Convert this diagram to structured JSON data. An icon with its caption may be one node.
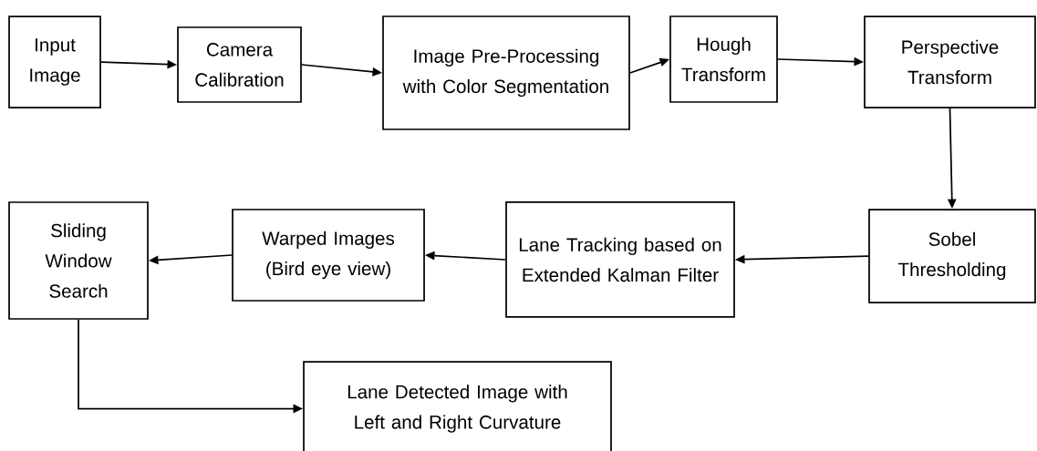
{
  "diagram": {
    "nodes": [
      {
        "text": [
          "Input Image"
        ]
      },
      {
        "text": [
          "Camera Calibration"
        ]
      },
      {
        "text": [
          "Image Pre-Processing with Color Segmentation"
        ]
      },
      {
        "text": [
          "Hough Transform"
        ]
      },
      {
        "text": [
          "Perspective Transform"
        ]
      },
      {
        "text": [
          "Sobel Thresholding"
        ]
      },
      {
        "text": [
          "Lane Tracking based on Extended Kalman Filter"
        ]
      },
      {
        "text": [
          "Warped Images (Bird eye view)"
        ]
      },
      {
        "text": [
          "Sliding Window Search"
        ]
      },
      {
        "text": [
          "Lane Detected Image with Left and Right Curvature"
        ]
      }
    ],
    "edges": [
      {
        "from": 0,
        "to": 1,
        "arrow": "to"
      },
      {
        "from": 1,
        "to": 2,
        "arrow": "to"
      },
      {
        "from": 2,
        "to": 3,
        "arrow": "to"
      },
      {
        "from": 3,
        "to": 4,
        "arrow": "to"
      },
      {
        "from": 4,
        "to": 5,
        "arrow": "to"
      },
      {
        "from": 5,
        "to": 6,
        "arrow": "to"
      },
      {
        "from": 6,
        "to": 7,
        "arrow": "to"
      },
      {
        "from": 7,
        "to": 8,
        "arrow": "to"
      },
      {
        "from": 8,
        "to": 9,
        "arrow": "to"
      }
    ]
  }
}
